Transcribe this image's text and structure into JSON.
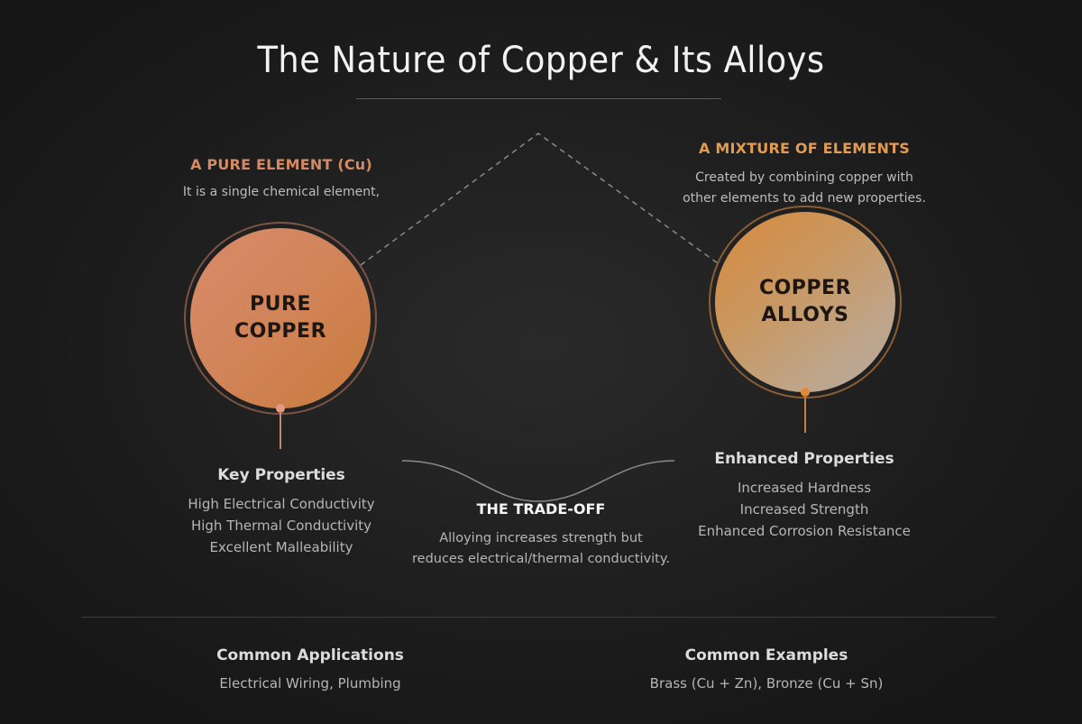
{
  "title": "The Nature of Copper & Its Alloys",
  "pure": {
    "heading": "A PURE ELEMENT (Cu)",
    "description": "It is a single chemical element,",
    "circle_line1": "PURE",
    "circle_line2": "COPPER",
    "properties_title": "Key Properties",
    "properties": [
      "High Electrical Conductivity",
      "High Thermal Conductivity",
      "Excellent Malleability"
    ],
    "accent_color": "#d58a63"
  },
  "alloy": {
    "heading": "A MIXTURE OF ELEMENTS",
    "description_line1": "Created by combining copper with",
    "description_line2": "other elements to add new properties.",
    "circle_line1": "COPPER",
    "circle_line2": "ALLOYS",
    "properties_title": "Enhanced Properties",
    "properties": [
      "Increased Hardness",
      "Increased Strength",
      "Enhanced Corrosion Resistance"
    ],
    "accent_color": "#e39b52"
  },
  "tradeoff": {
    "heading": "THE TRADE-OFF",
    "line1": "Alloying increases strength but",
    "line2": "reduces electrical/thermal conductivity."
  },
  "footer": {
    "applications_title": "Common Applications",
    "applications_value": "Electrical Wiring, Plumbing",
    "examples_title": "Common Examples",
    "examples_value": "Brass (Cu + Zn), Bronze (Cu + Sn)"
  }
}
